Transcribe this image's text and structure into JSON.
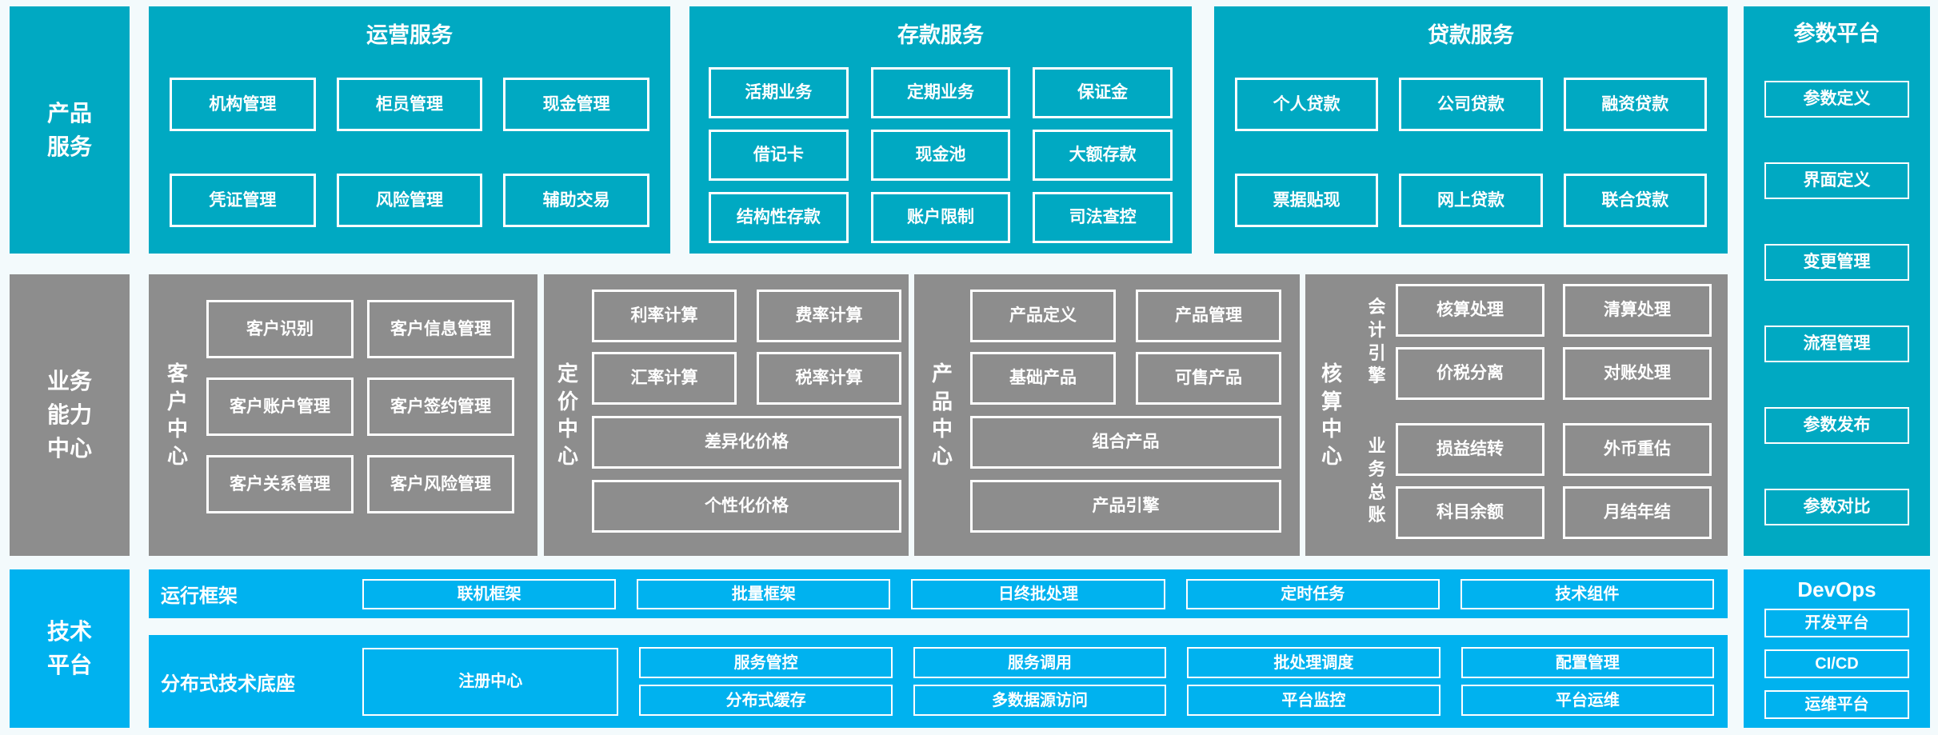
{
  "palette": {
    "teal": "#00a9c2",
    "gray": "#8d8d8d",
    "blue": "#00b2ef",
    "background": "#f3fafc",
    "box_text": "#ffffff"
  },
  "left_labels": {
    "products": "产品服务",
    "business": "业务能力中心",
    "tech": "技术平台"
  },
  "operations": {
    "title": "运营服务",
    "items": [
      "机构管理",
      "柜员管理",
      "现金管理",
      "凭证管理",
      "风险管理",
      "辅助交易"
    ]
  },
  "deposits": {
    "title": "存款服务",
    "items": [
      "活期业务",
      "定期业务",
      "保证金",
      "借记卡",
      "现金池",
      "大额存款",
      "结构性存款",
      "账户限制",
      "司法查控"
    ]
  },
  "loans": {
    "title": "贷款服务",
    "items": [
      "个人贷款",
      "公司贷款",
      "融资贷款",
      "票据贴现",
      "网上贷款",
      "联合贷款"
    ]
  },
  "params": {
    "title": "参数平台",
    "items": [
      "参数定义",
      "界面定义",
      "变更管理",
      "流程管理",
      "参数发布",
      "参数对比"
    ]
  },
  "customer": {
    "label": "客户中心",
    "items": [
      "客户识别",
      "客户信息管理",
      "客户账户管理",
      "客户签约管理",
      "客户关系管理",
      "客户风险管理"
    ]
  },
  "pricing": {
    "label": "定价中心",
    "items": [
      "利率计算",
      "费率计算",
      "汇率计算",
      "税率计算"
    ],
    "wide_items": [
      "差异化价格",
      "个性化价格"
    ]
  },
  "product": {
    "label": "产品中心",
    "items": [
      "产品定义",
      "产品管理",
      "基础产品",
      "可售产品"
    ],
    "wide_items": [
      "组合产品",
      "产品引擎"
    ]
  },
  "accounting": {
    "label": "核算中心",
    "groups": [
      {
        "label": "会计引擎",
        "items": [
          "核算处理",
          "清算处理",
          "价税分离",
          "对账处理"
        ]
      },
      {
        "label": "业务总账",
        "items": [
          "损益结转",
          "外币重估",
          "科目余额",
          "月结年结"
        ]
      }
    ]
  },
  "runtime": {
    "label": "运行框架",
    "items": [
      "联机框架",
      "批量框架",
      "日终批处理",
      "定时任务",
      "技术组件"
    ]
  },
  "distributed": {
    "label": "分布式技术底座",
    "registry": "注册中心",
    "rows": [
      [
        "服务管控",
        "服务调用",
        "批处理调度",
        "配置管理"
      ],
      [
        "分布式缓存",
        "多数据源访问",
        "平台监控",
        "平台运维"
      ]
    ]
  },
  "devops": {
    "title": "DevOps",
    "items": [
      "开发平台",
      "CI/CD",
      "运维平台"
    ]
  }
}
